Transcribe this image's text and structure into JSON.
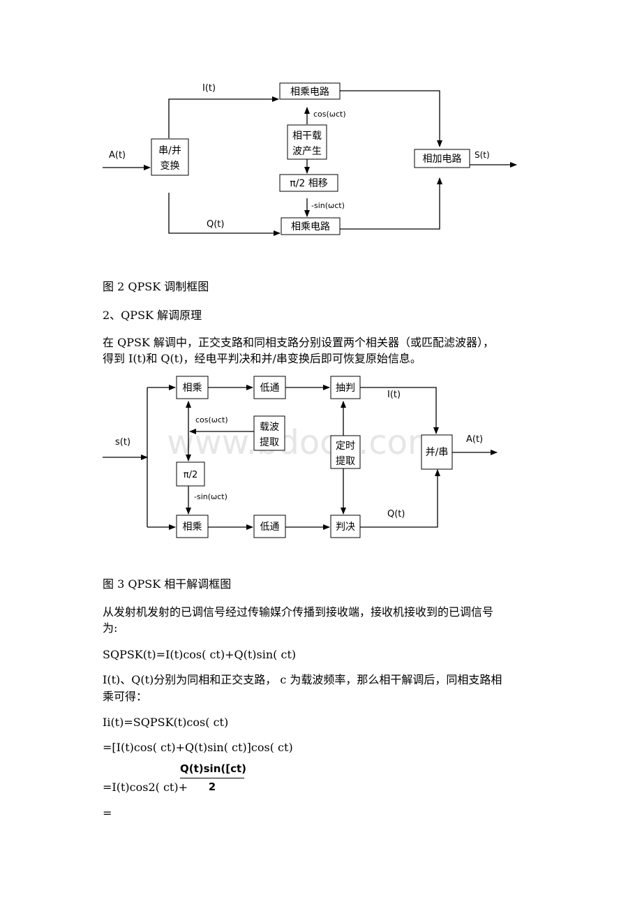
{
  "fig2": {
    "labels": {
      "input": "A(t)",
      "upper_branch": "I(t)",
      "lower_branch": "Q(t)",
      "output": "S(t)",
      "cos_signal": "cos(ωct)",
      "sin_signal": "-sin(ωct)"
    },
    "boxes": {
      "serial_parallel": [
        "串/并",
        "变换"
      ],
      "multiplier_top": "相乘电路",
      "carrier_gen": [
        "相干载",
        "波产生"
      ],
      "phase_shift": "π/2 相移",
      "multiplier_bottom": "相乘电路",
      "adder": "相加电路"
    }
  },
  "fig2_caption": "图 2 QPSK 调制框图",
  "section_heading": "2、QPSK 解调原理",
  "paragraph1": {
    "line1": "在 QPSK 解调中，正交支路和同相支路分别设置两个相关器（或匹配滤波器），",
    "line2": "得到 I(t)和 Q(t)，经电平判决和并/串变换后即可恢复原始信息。"
  },
  "fig3": {
    "labels": {
      "input": "s(t)",
      "cos_signal": "cos(ωct)",
      "sin_signal": "-sin(ωct)",
      "i_branch": "I(t)",
      "q_branch": "Q(t)",
      "output": "A(t)"
    },
    "boxes": {
      "mult_top": "相乘",
      "lpf_top": "低通",
      "sample_top": "抽判",
      "carrier_ext": [
        "载波",
        "提取"
      ],
      "timing_ext": [
        "定时",
        "提取"
      ],
      "phase_shift": "π/2",
      "mult_bottom": "相乘",
      "lpf_bottom": "低通",
      "decide_bottom": "判决",
      "par_ser": "并/串"
    },
    "watermark": "www.bdocx.com"
  },
  "fig3_caption": "图 3 QPSK 相干解调框图",
  "paragraph2": {
    "line1": "从发射机发射的已调信号经过传输媒介传播到接收端，接收机接收到的已调信号",
    "line2": "为:"
  },
  "eq1": "SQPSK(t)=I(t)cos( ct)+Q(t)sin( ct)",
  "paragraph3": {
    "line1": "I(t)、Q(t)分别为同相和正交支路， c 为载波频率，那么相干解调后，同相支路相",
    "line2": "乘可得："
  },
  "eq2": "Ii(t)=SQPSK(t)cos( ct)",
  "eq3": "=[I(t)cos( ct)+Q(t)sin( ct)]cos( ct)",
  "eq4_prefix": "=I(t)cos2( ct)+",
  "eq4_fraction": {
    "numerator": "Q(t)sin([ct)",
    "denominator": "2"
  },
  "eq5": "="
}
